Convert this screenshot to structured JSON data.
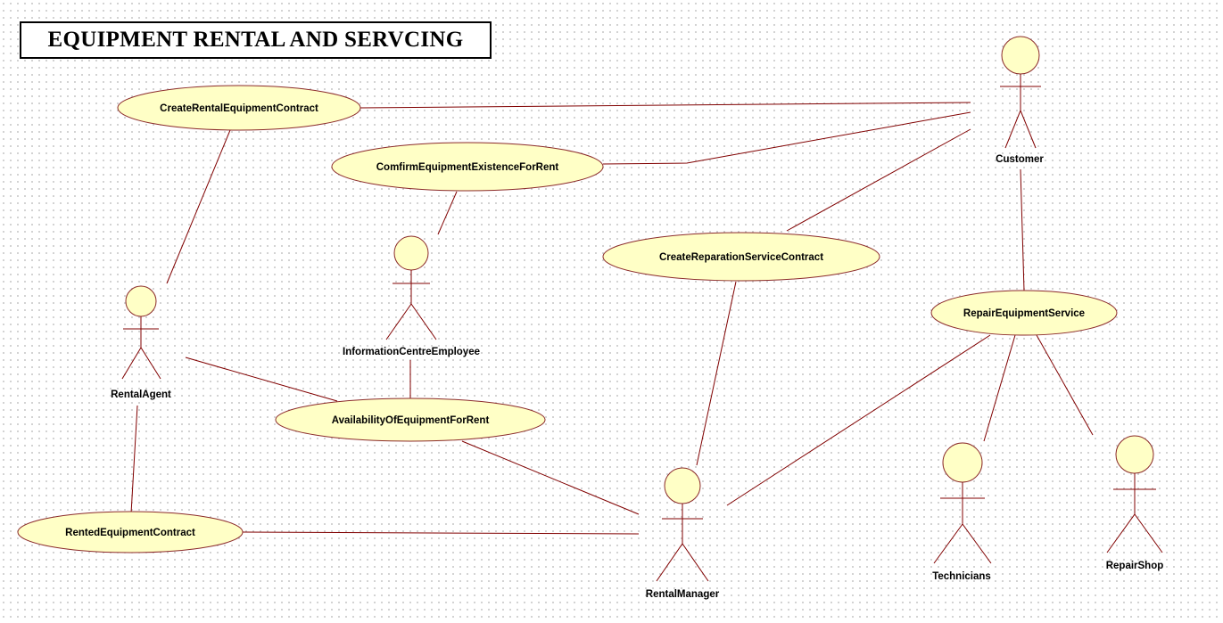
{
  "title": "EQUIPMENT RENTAL AND SERVCING",
  "colors": {
    "usecase_fill": "#ffffc6",
    "line": "#800000",
    "background": "#ffffff"
  },
  "use_cases": {
    "create_rental": "CreateRentalEquipmentContract",
    "confirm_existence": "ComfirmEquipmentExistenceForRent",
    "create_reparation": "CreateReparationServiceContract",
    "repair_service": "RepairEquipmentService",
    "availability": "AvailabilityOfEquipmentForRent",
    "rented_contract": "RentedEquipmentContract"
  },
  "actors": {
    "customer": "Customer",
    "rental_agent": "RentalAgent",
    "info_employee": "InformationCentreEmployee",
    "rental_manager": "RentalManager",
    "technicians": "Technicians",
    "repair_shop": "RepairShop"
  }
}
